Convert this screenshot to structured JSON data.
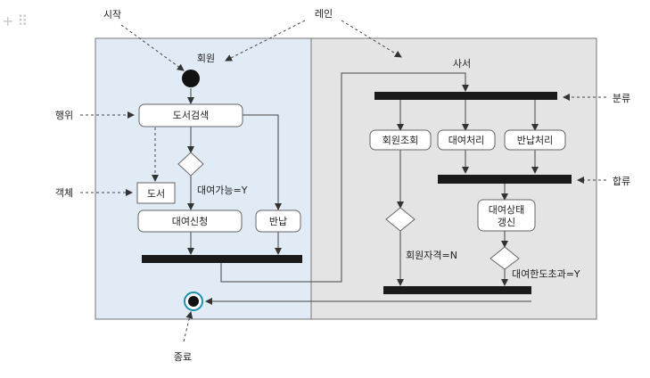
{
  "toolbar": {
    "add_icon": "plus-icon",
    "drag_icon": "drag-handle-icon"
  },
  "colors": {
    "member_lane": "#e1ebf6",
    "librarian_lane": "#e4e4e4",
    "node_fill": "#ffffff",
    "stroke": "#555555",
    "bar": "#1a1a1a",
    "end_ring": "#1a8fb0"
  },
  "callouts": {
    "start": "시작",
    "lane": "레인",
    "action": "행위",
    "object": "객체",
    "fork": "분류",
    "join": "합류",
    "end": "종료"
  },
  "lanes": {
    "member": "회원",
    "librarian": "사서"
  },
  "actions": {
    "search": "도서검색",
    "book": "도서",
    "loan_request": "대여신청",
    "return": "반납",
    "member_check": "회원조회",
    "loan_process": "대여처리",
    "return_process": "반납처리",
    "status_update_line1": "대여상태",
    "status_update_line2": "갱신"
  },
  "guards": {
    "available": "대여가능=Y",
    "member_status": "회원자격=N",
    "limit_exceeded": "대여한도초과=Y"
  }
}
